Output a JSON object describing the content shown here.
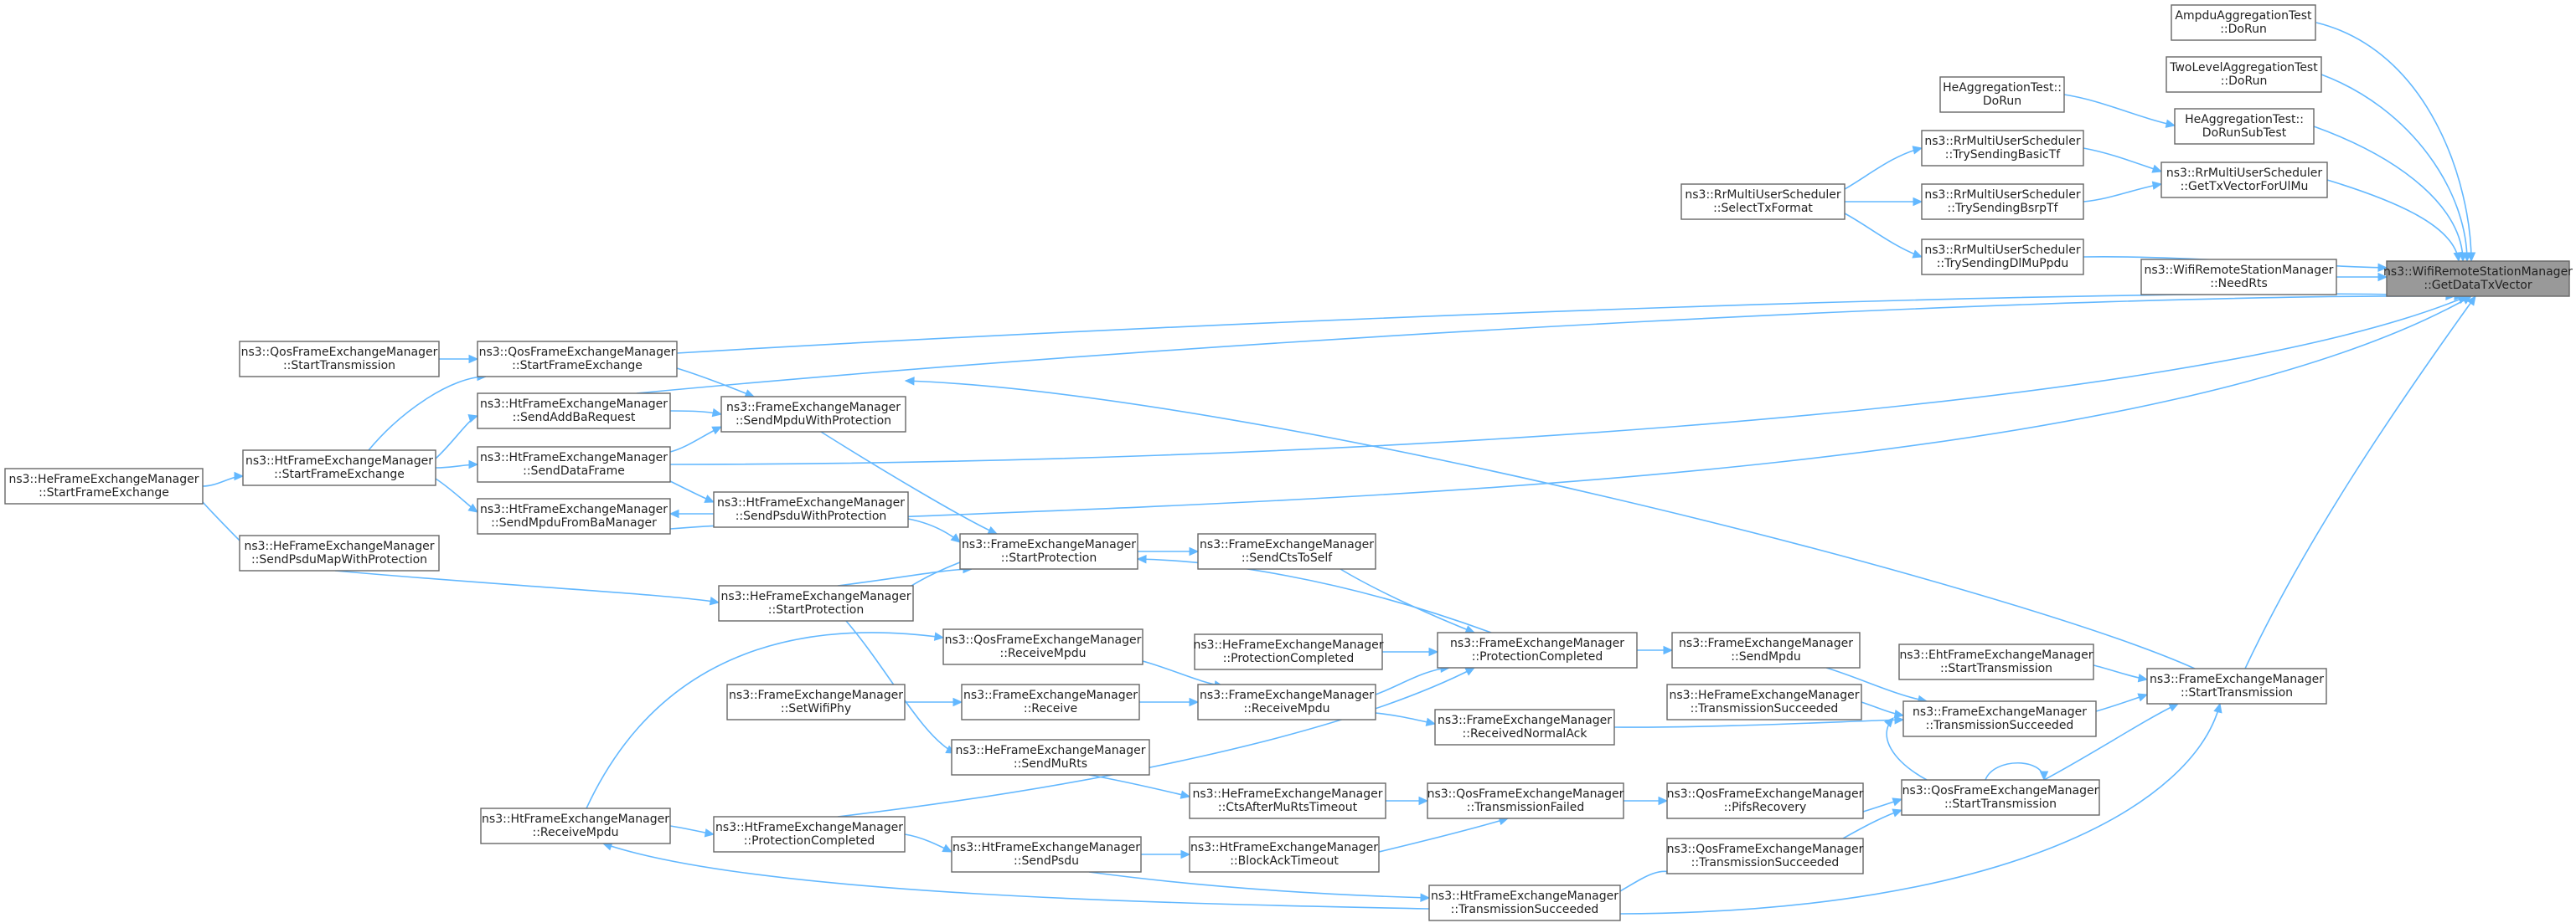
{
  "nodes": [
    {
      "id": "target",
      "lines": [
        "ns3::WifiRemoteStationManager",
        "::GetDataTxVector"
      ],
      "highlight": true
    },
    {
      "id": "ampdu",
      "lines": [
        "AmpduAggregationTest",
        "::DoRun"
      ]
    },
    {
      "id": "twolevel",
      "lines": [
        "TwoLevelAggregationTest",
        "::DoRun"
      ]
    },
    {
      "id": "heagg_dorun",
      "lines": [
        "HeAggregationTest::",
        "DoRun"
      ]
    },
    {
      "id": "heagg_subtest",
      "lines": [
        "HeAggregationTest::",
        "DoRunSubTest"
      ]
    },
    {
      "id": "rr_getfor",
      "lines": [
        "ns3::RrMultiUserScheduler",
        "::GetTxVectorForUlMu"
      ]
    },
    {
      "id": "rr_basic",
      "lines": [
        "ns3::RrMultiUserScheduler",
        "::TrySendingBasicTf"
      ]
    },
    {
      "id": "rr_bsrp",
      "lines": [
        "ns3::RrMultiUserScheduler",
        "::TrySendingBsrpTf"
      ]
    },
    {
      "id": "rr_dlmu",
      "lines": [
        "ns3::RrMultiUserScheduler",
        "::TrySendingDlMuPpdu"
      ]
    },
    {
      "id": "rr_select",
      "lines": [
        "ns3::RrMultiUserScheduler",
        "::SelectTxFormat"
      ]
    },
    {
      "id": "needrts",
      "lines": [
        "ns3::WifiRemoteStationManager",
        "::NeedRts"
      ]
    },
    {
      "id": "qos_starttx_l",
      "lines": [
        "ns3::QosFrameExchangeManager",
        "::StartTransmission"
      ]
    },
    {
      "id": "qos_startfe",
      "lines": [
        "ns3::QosFrameExchangeManager",
        "::StartFrameExchange"
      ]
    },
    {
      "id": "ht_sendaddba",
      "lines": [
        "ns3::HtFrameExchangeManager",
        "::SendAddBaRequest"
      ]
    },
    {
      "id": "fem_sendmpduprot",
      "lines": [
        "ns3::FrameExchangeManager",
        "::SendMpduWithProtection"
      ]
    },
    {
      "id": "he_startfe",
      "lines": [
        "ns3::HeFrameExchangeManager",
        "::StartFrameExchange"
      ]
    },
    {
      "id": "ht_startfe",
      "lines": [
        "ns3::HtFrameExchangeManager",
        "::StartFrameExchange"
      ]
    },
    {
      "id": "ht_senddata",
      "lines": [
        "ns3::HtFrameExchangeManager",
        "::SendDataFrame"
      ]
    },
    {
      "id": "ht_sendpsduprot",
      "lines": [
        "ns3::HtFrameExchangeManager",
        "::SendPsduWithProtection"
      ]
    },
    {
      "id": "ht_sendmpduba",
      "lines": [
        "ns3::HtFrameExchangeManager",
        "::SendMpduFromBaManager"
      ]
    },
    {
      "id": "fem_startprot",
      "lines": [
        "ns3::FrameExchangeManager",
        "::StartProtection"
      ]
    },
    {
      "id": "fem_sendcts",
      "lines": [
        "ns3::FrameExchangeManager",
        "::SendCtsToSelf"
      ]
    },
    {
      "id": "he_sendpsdumap",
      "lines": [
        "ns3::HeFrameExchangeManager",
        "::SendPsduMapWithProtection"
      ]
    },
    {
      "id": "he_startprot",
      "lines": [
        "ns3::HeFrameExchangeManager",
        "::StartProtection"
      ]
    },
    {
      "id": "qos_recvmpdu",
      "lines": [
        "ns3::QosFrameExchangeManager",
        "::ReceiveMpdu"
      ]
    },
    {
      "id": "he_protcomp",
      "lines": [
        "ns3::HeFrameExchangeManager",
        "::ProtectionCompleted"
      ]
    },
    {
      "id": "fem_protcomp",
      "lines": [
        "ns3::FrameExchangeManager",
        "::ProtectionCompleted"
      ]
    },
    {
      "id": "fem_sendmpdu",
      "lines": [
        "ns3::FrameExchangeManager",
        "::SendMpdu"
      ]
    },
    {
      "id": "eht_starttx",
      "lines": [
        "ns3::EhtFrameExchangeManager",
        "::StartTransmission"
      ]
    },
    {
      "id": "fem_starttx",
      "lines": [
        "ns3::FrameExchangeManager",
        "::StartTransmission"
      ]
    },
    {
      "id": "fem_setphy",
      "lines": [
        "ns3::FrameExchangeManager",
        "::SetWifiPhy"
      ]
    },
    {
      "id": "fem_receive",
      "lines": [
        "ns3::FrameExchangeManager",
        "::Receive"
      ]
    },
    {
      "id": "fem_recvmpdu",
      "lines": [
        "ns3::FrameExchangeManager",
        "::ReceiveMpdu"
      ]
    },
    {
      "id": "fem_recvack",
      "lines": [
        "ns3::FrameExchangeManager",
        "::ReceivedNormalAck"
      ]
    },
    {
      "id": "he_txsucc",
      "lines": [
        "ns3::HeFrameExchangeManager",
        "::TransmissionSucceeded"
      ]
    },
    {
      "id": "fem_txsucc",
      "lines": [
        "ns3::FrameExchangeManager",
        "::TransmissionSucceeded"
      ]
    },
    {
      "id": "he_sendmurts",
      "lines": [
        "ns3::HeFrameExchangeManager",
        "::SendMuRts"
      ]
    },
    {
      "id": "he_ctsafter",
      "lines": [
        "ns3::HeFrameExchangeManager",
        "::CtsAfterMuRtsTimeout"
      ]
    },
    {
      "id": "qos_txfail",
      "lines": [
        "ns3::QosFrameExchangeManager",
        "::TransmissionFailed"
      ]
    },
    {
      "id": "qos_pifs",
      "lines": [
        "ns3::QosFrameExchangeManager",
        "::PifsRecovery"
      ]
    },
    {
      "id": "qos_starttx_r",
      "lines": [
        "ns3::QosFrameExchangeManager",
        "::StartTransmission"
      ]
    },
    {
      "id": "ht_recvmpdu",
      "lines": [
        "ns3::HtFrameExchangeManager",
        "::ReceiveMpdu"
      ]
    },
    {
      "id": "ht_protcomp",
      "lines": [
        "ns3::HtFrameExchangeManager",
        "::ProtectionCompleted"
      ]
    },
    {
      "id": "ht_sendpsdu",
      "lines": [
        "ns3::HtFrameExchangeManager",
        "::SendPsdu"
      ]
    },
    {
      "id": "ht_blockack",
      "lines": [
        "ns3::HtFrameExchangeManager",
        "::BlockAckTimeout"
      ]
    },
    {
      "id": "ht_txsucc",
      "lines": [
        "ns3::HtFrameExchangeManager",
        "::TransmissionSucceeded"
      ]
    },
    {
      "id": "qos_txsucc",
      "lines": [
        "ns3::QosFrameExchangeManager",
        "::TransmissionSucceeded"
      ]
    }
  ]
}
